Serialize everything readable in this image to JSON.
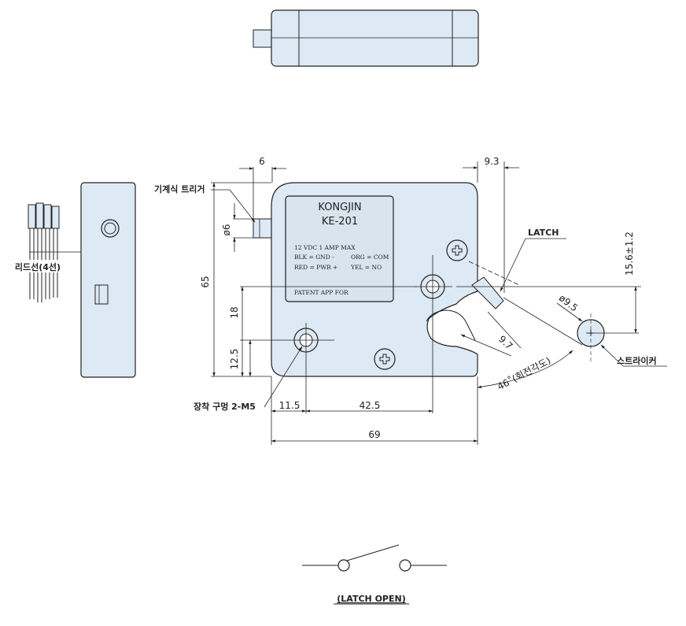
{
  "colors": {
    "part_fill": "#dde9f4",
    "line": "#222222",
    "label_fill": "#d8e4ee"
  },
  "nameplate": {
    "brand": "KONGJIN",
    "model": "KE-201",
    "rating": "12 VDC 1 AMP MAX",
    "wire1": "BLK = GND -",
    "wire2": "RED = PWR +",
    "wire3": "ORG = COM",
    "wire4": "YEL = NO",
    "patent": "PATENT APP FOR"
  },
  "labels": {
    "trigger": "기계식 트리거",
    "lead_wire": "리드선(4선)",
    "latch": "LATCH",
    "striker": "스트라이커",
    "mount_hole": "장착 구멍 2-M5",
    "latch_open": "(LATCH OPEN)"
  },
  "dimensions": {
    "d_trigger_width": "6",
    "d_trigger_dia": "ø6",
    "d_height": "65",
    "d_18": "18",
    "d_12_5": "12.5",
    "d_11_5": "11.5",
    "d_42_5": "42.5",
    "d_69": "69",
    "d_9_3": "9.3",
    "d_15_6": "15.6±1.2",
    "d_9_5": "ø9.5",
    "d_9_7": "9.7",
    "d_angle": "46˚(회전각도)"
  }
}
